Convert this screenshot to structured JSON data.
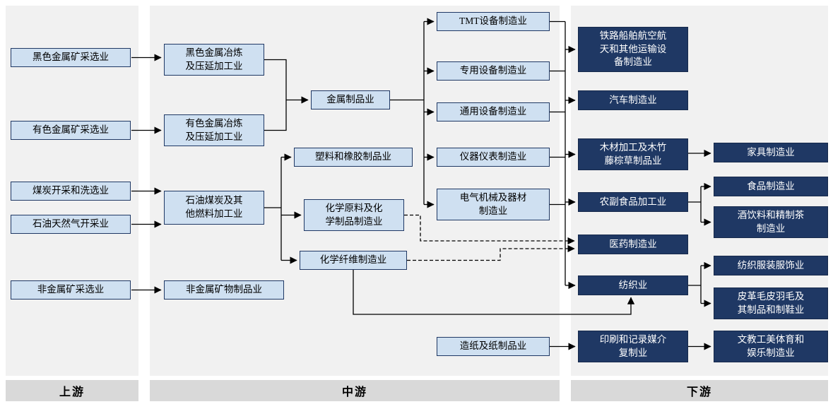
{
  "diagram": {
    "columns": {
      "upstream": {
        "label": "上游"
      },
      "midstream": {
        "label": "中游"
      },
      "downstream": {
        "label": "下游"
      }
    },
    "colors": {
      "light_box_fill": "#cfe0f1",
      "dark_box_fill": "#1f3864",
      "box_border": "#1f3864",
      "column_bg": "#f1f1f1",
      "column_band_bg": "#d9d9d9",
      "connector": "#000000"
    },
    "nodes": {
      "ferrous_mining": {
        "label": "黑色金属矿采选业"
      },
      "nonferrous_mining": {
        "label": "有色金属矿采选业"
      },
      "coal_mining": {
        "label": "煤炭开采和洗选业"
      },
      "oil_gas_extraction": {
        "label": "石油天然气开采业"
      },
      "nonmetal_mining": {
        "label": "非金属矿采选业"
      },
      "ferrous_smelting": {
        "label": "黑色金属冶炼\n及压延加工业"
      },
      "nonferrous_smelting": {
        "label": "有色金属冶炼\n及压延加工业"
      },
      "fuel_processing": {
        "label": "石油煤炭及其\n他燃料加工业"
      },
      "nonmetal_products": {
        "label": "非金属矿物制品业"
      },
      "metal_products": {
        "label": "金属制品业"
      },
      "plastic_rubber": {
        "label": "塑料和橡胶制品业"
      },
      "chemical_products": {
        "label": "化学原料及化\n学制品制造业"
      },
      "chemical_fiber": {
        "label": "化学纤维制造业"
      },
      "tmt_equipment": {
        "label": "TMT设备制造业"
      },
      "special_equipment": {
        "label": "专用设备制造业"
      },
      "general_equipment": {
        "label": "通用设备制造业"
      },
      "instruments": {
        "label": "仪器仪表制造业"
      },
      "electrical_machinery": {
        "label": "电气机械及器材\n制造业"
      },
      "paper_products": {
        "label": "造纸及纸制品业"
      },
      "rail_ship_aero": {
        "label": "铁路船舶航空航\n天和其他运输设\n备制造业"
      },
      "automobile": {
        "label": "汽车制造业"
      },
      "wood_processing": {
        "label": "木材加工及木竹\n藤棕草制品业"
      },
      "agri_food": {
        "label": "农副食品加工业"
      },
      "pharma": {
        "label": "医药制造业"
      },
      "textile": {
        "label": "纺织业"
      },
      "printing": {
        "label": "印刷和记录媒介\n复制业"
      },
      "furniture": {
        "label": "家具制造业"
      },
      "food_mfg": {
        "label": "食品制造业"
      },
      "beverage_tea": {
        "label": "酒饮料和精制茶\n制造业"
      },
      "apparel": {
        "label": "纺织服装服饰业"
      },
      "leather": {
        "label": "皮革毛皮羽毛及\n其制品和制鞋业"
      },
      "culture_edu": {
        "label": "文教工美体育和\n娱乐制造业"
      }
    },
    "edges": [
      {
        "from": "ferrous_mining",
        "to": "ferrous_smelting",
        "style": "solid"
      },
      {
        "from": "nonferrous_mining",
        "to": "nonferrous_smelting",
        "style": "solid"
      },
      {
        "from": "coal_mining",
        "to": "fuel_processing",
        "style": "solid"
      },
      {
        "from": "oil_gas_extraction",
        "to": "fuel_processing",
        "style": "solid"
      },
      {
        "from": "nonmetal_mining",
        "to": "nonmetal_products",
        "style": "solid"
      },
      {
        "from": "ferrous_smelting",
        "to": "metal_products",
        "style": "solid"
      },
      {
        "from": "nonferrous_smelting",
        "to": "metal_products",
        "style": "solid"
      },
      {
        "from": "fuel_processing",
        "to": "plastic_rubber",
        "style": "solid"
      },
      {
        "from": "fuel_processing",
        "to": "chemical_products",
        "style": "solid"
      },
      {
        "from": "fuel_processing",
        "to": "chemical_fiber",
        "style": "solid"
      },
      {
        "from": "metal_products",
        "to": "tmt_equipment",
        "style": "solid"
      },
      {
        "from": "metal_products",
        "to": "special_equipment",
        "style": "solid"
      },
      {
        "from": "metal_products",
        "to": "general_equipment",
        "style": "solid"
      },
      {
        "from": "metal_products",
        "to": "instruments",
        "style": "solid"
      },
      {
        "from": "metal_products",
        "to": "electrical_machinery",
        "style": "solid"
      },
      {
        "from": [
          "tmt_equipment",
          "special_equipment",
          "general_equipment",
          "instruments",
          "electrical_machinery"
        ],
        "to": [
          "rail_ship_aero",
          "automobile",
          "wood_processing",
          "agri_food",
          "textile"
        ],
        "style": "solid"
      },
      {
        "from": "chemical_products",
        "to": "pharma",
        "style": "dashed"
      },
      {
        "from": "chemical_fiber",
        "to": "pharma",
        "style": "dashed"
      },
      {
        "from": "chemical_fiber",
        "to": "textile",
        "style": "solid"
      },
      {
        "from": "wood_processing",
        "to": "furniture",
        "style": "solid"
      },
      {
        "from": "agri_food",
        "to": "food_mfg",
        "style": "solid"
      },
      {
        "from": "agri_food",
        "to": "beverage_tea",
        "style": "solid"
      },
      {
        "from": "textile",
        "to": "apparel",
        "style": "solid"
      },
      {
        "from": "textile",
        "to": "leather",
        "style": "solid"
      },
      {
        "from": "paper_products",
        "to": "printing",
        "style": "solid"
      },
      {
        "from": "printing",
        "to": "culture_edu",
        "style": "solid"
      }
    ]
  }
}
